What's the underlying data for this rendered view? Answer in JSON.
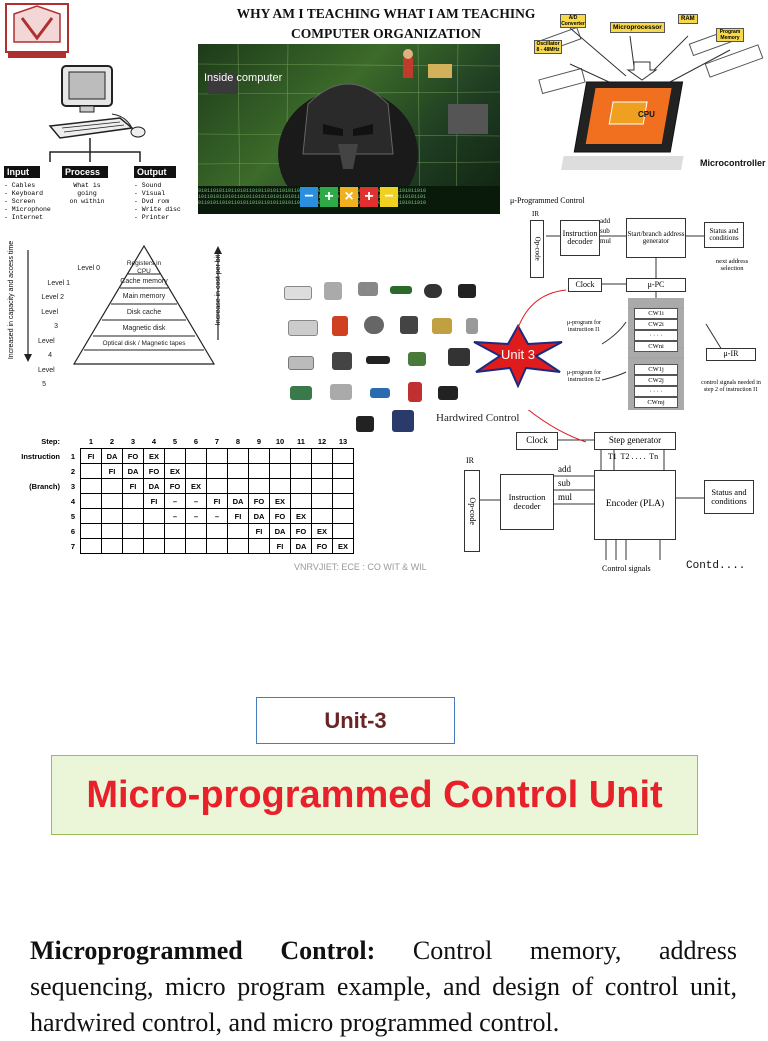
{
  "header": {
    "title_line1": "WHY AM I TEACHING WHAT I AM TEACHING",
    "title_line2": "COMPUTER ORGANIZATION"
  },
  "photo": {
    "caption": "Inside computer"
  },
  "micro_diagram": {
    "labels": [
      "A/D Converter",
      "Microprocessor",
      "RAM",
      "Oscillator 8 - 48MHz",
      "Program Memory",
      "CPU"
    ],
    "caption": "Microcontroller"
  },
  "ipo": {
    "columns": [
      {
        "title": "Input",
        "items": [
          "- Cables",
          "- Keyboard",
          "- Screen",
          "- Microphone",
          "- Internet"
        ]
      },
      {
        "title": "Process",
        "items": [
          "What is going",
          "on within"
        ]
      },
      {
        "title": "Output",
        "items": [
          "- Sound",
          "- Visual",
          "- Dvd rom",
          "- Write disc",
          "- Printer"
        ]
      }
    ]
  },
  "pyramid": {
    "left_axis": "Increased in capacity and access time",
    "right_axis": "Increase in cost per bit",
    "levels": [
      {
        "level": "Level 0",
        "name": "Registers in CPU"
      },
      {
        "level": "Level 1",
        "name": "Cache memory"
      },
      {
        "level": "Level 2",
        "name": "Main memory"
      },
      {
        "level": "Level 3",
        "name": "Disk cache"
      },
      {
        "level": "Level 4",
        "name": "Magnetic disk"
      },
      {
        "level": "Level 5",
        "name": "Optical disk / Magnetic tapes"
      }
    ]
  },
  "pipeline": {
    "step_label": "Step:",
    "steps": [
      "1",
      "2",
      "3",
      "4",
      "5",
      "6",
      "7",
      "8",
      "9",
      "10",
      "11",
      "12",
      "13"
    ],
    "rows": [
      {
        "label": "Instruction",
        "num": "1",
        "cells": [
          "FI",
          "DA",
          "FO",
          "EX",
          "",
          "",
          "",
          "",
          "",
          "",
          "",
          "",
          ""
        ]
      },
      {
        "label": "",
        "num": "2",
        "cells": [
          "",
          "FI",
          "DA",
          "FO",
          "EX",
          "",
          "",
          "",
          "",
          "",
          "",
          "",
          ""
        ]
      },
      {
        "label": "(Branch)",
        "num": "3",
        "cells": [
          "",
          "",
          "FI",
          "DA",
          "FO",
          "EX",
          "",
          "",
          "",
          "",
          "",
          "",
          ""
        ]
      },
      {
        "label": "",
        "num": "4",
        "cells": [
          "",
          "",
          "",
          "FI",
          "–",
          "–",
          "FI",
          "DA",
          "FO",
          "EX",
          "",
          "",
          ""
        ]
      },
      {
        "label": "",
        "num": "5",
        "cells": [
          "",
          "",
          "",
          "",
          "–",
          "–",
          "–",
          "FI",
          "DA",
          "FO",
          "EX",
          "",
          ""
        ]
      },
      {
        "label": "",
        "num": "6",
        "cells": [
          "",
          "",
          "",
          "",
          "",
          "",
          "",
          "",
          "FI",
          "DA",
          "FO",
          "EX",
          ""
        ]
      },
      {
        "label": "",
        "num": "7",
        "cells": [
          "",
          "",
          "",
          "",
          "",
          "",
          "",
          "",
          "",
          "FI",
          "DA",
          "FO",
          "EX"
        ]
      }
    ]
  },
  "unit_badge": "Unit 3",
  "microprog": {
    "title": "μ-Programmed Control",
    "ir": "IR",
    "opcode": "Op-code",
    "instr_decoder": "Instruction decoder",
    "ops": [
      "add",
      "sub",
      "mul"
    ],
    "start_gen": "Start/branch address generator",
    "status": "Status and conditions",
    "next_addr": "next address selection",
    "clock": "Clock",
    "upc": "μ-PC",
    "prog1": "μ-program for instruction I1",
    "prog2": "μ-program for instruction I2",
    "cw_group1": [
      "CW1i",
      "CW2i",
      "· · · ·",
      "CWni"
    ],
    "cw_group2": [
      "CW1j",
      "CW2j",
      "· · · ·",
      "CWmj"
    ],
    "uir": "μ-IR",
    "control_note": "control signals needed in step 2 of instruction I1"
  },
  "hardwired": {
    "title": "Hardwired Control",
    "clock": "Clock",
    "step_gen": "Step generator",
    "t_labels": "T1  T2 . . . .  Tn",
    "ir": "IR",
    "opcode": "Op-code",
    "instr_decoder": "Instruction decoder",
    "ops": [
      "add",
      "sub",
      "mul"
    ],
    "encoder": "Encoder (PLA)",
    "status": "Status and conditions",
    "control_signals": "Control signals"
  },
  "footer_left": "VNRVJIET: ECE : CO  WIT & WIL",
  "footer_right": "Contd....",
  "unit_label": "Unit-3",
  "main_title": "Micro-programmed Control Unit",
  "body": {
    "bold_lead": "Microprogrammed Control:",
    "text": " Control memory, address sequencing, micro program example, and design of control unit, hardwired control, and micro programmed control."
  },
  "colors": {
    "title_red": "#e8202a",
    "title_bg": "#ebf5d7",
    "unit_text": "#6b2424",
    "badge_red": "#e01b1b",
    "accent_orange": "#f0a020"
  }
}
